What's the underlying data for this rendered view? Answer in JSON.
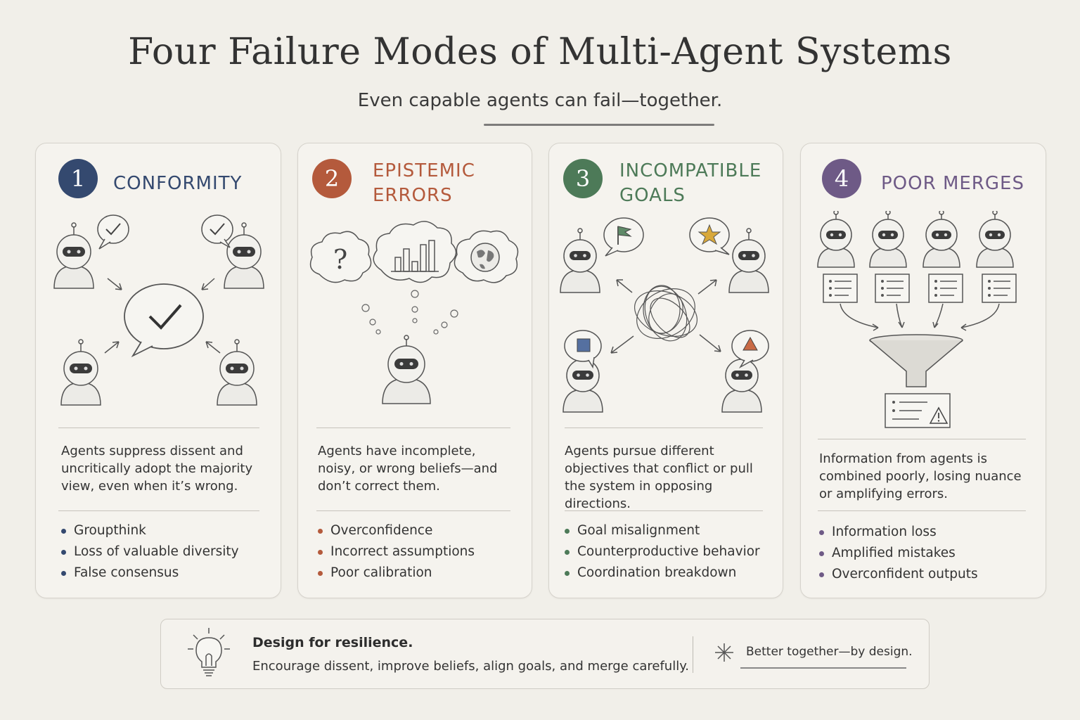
{
  "header": {
    "title": "Four Failure Modes of Multi-Agent Systems",
    "subtitle": "Even capable agents can fail—together."
  },
  "cards": [
    {
      "number": "1",
      "title": "CONFORMITY",
      "color": "#34496f",
      "description": "Agents suppress dissent and uncritically adopt the majority view, even when it’s wrong.",
      "bullets": [
        "Groupthink",
        "Loss of valuable diversity",
        "False consensus"
      ]
    },
    {
      "number": "2",
      "title": "EPISTEMIC ERRORS",
      "color": "#b45a3c",
      "description": "Agents have incomplete, noisy, or wrong beliefs—and don’t correct them.",
      "bullets": [
        "Overconfidence",
        "Incorrect assumptions",
        "Poor calibration"
      ]
    },
    {
      "number": "3",
      "title": "INCOMPATIBLE GOALS",
      "color": "#4d7a58",
      "description": "Agents pursue different objectives that conflict or pull the system in opposing directions.",
      "bullets": [
        "Goal misalignment",
        "Counterproductive behavior",
        "Coordination breakdown"
      ]
    },
    {
      "number": "4",
      "title": "POOR MERGES",
      "color": "#6e5a86",
      "description": "Information from agents is combined poorly, losing nuance or amplifying errors.",
      "bullets": [
        "Information loss",
        "Amplified mistakes",
        "Overconfident outputs"
      ]
    }
  ],
  "footer": {
    "title": "Design for resilience.",
    "text": "Encourage dissent, improve beliefs, align goals, and merge carefully.",
    "tagline": "Better together—by design.",
    "icons": [
      "lightbulb-icon",
      "sparkle-icon"
    ]
  }
}
